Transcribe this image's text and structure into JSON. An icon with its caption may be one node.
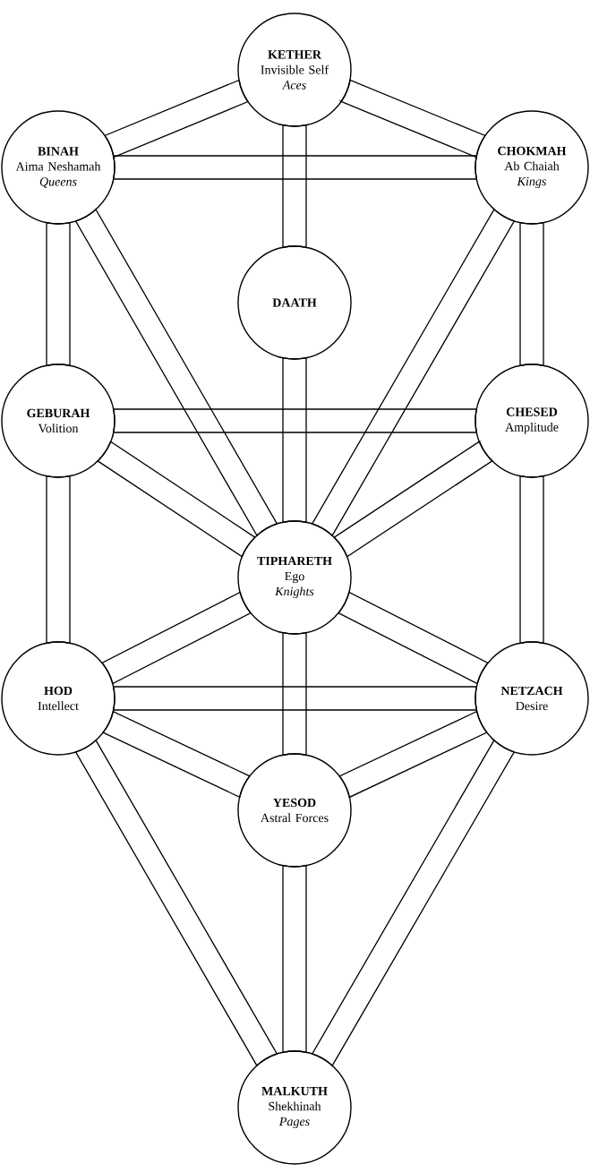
{
  "diagram": {
    "nodes": [
      {
        "text": [
          "KETHER",
          "Invisible Self",
          "Aces"
        ]
      },
      {
        "text": [
          "BINAH",
          "Aima Neshamah",
          "Queens"
        ]
      },
      {
        "text": [
          "CHOKMAH",
          "Ab Chaiah",
          "Kings"
        ]
      },
      {
        "text": [
          "DAATH"
        ]
      },
      {
        "text": [
          "GEBURAH",
          "Volition"
        ]
      },
      {
        "text": [
          "CHESED",
          "Amplitude"
        ]
      },
      {
        "text": [
          "TIPHARETH",
          "Ego",
          "Knights"
        ]
      },
      {
        "text": [
          "HOD",
          "Intellect"
        ]
      },
      {
        "text": [
          "NETZACH",
          "Desire"
        ]
      },
      {
        "text": [
          "YESOD",
          "Astral Forces"
        ]
      },
      {
        "text": [
          "MALKUTH",
          "Shekhinah",
          "Pages"
        ]
      }
    ],
    "edges": [
      {
        "from": 0,
        "to": 1,
        "arrow": "none"
      },
      {
        "from": 0,
        "to": 2,
        "arrow": "none"
      },
      {
        "from": 0,
        "to": 3,
        "arrow": "none"
      },
      {
        "from": 1,
        "to": 2,
        "arrow": "none"
      },
      {
        "from": 1,
        "to": 4,
        "arrow": "none"
      },
      {
        "from": 1,
        "to": 6,
        "arrow": "none"
      },
      {
        "from": 2,
        "to": 5,
        "arrow": "none"
      },
      {
        "from": 2,
        "to": 6,
        "arrow": "none"
      },
      {
        "from": 3,
        "to": 6,
        "arrow": "none"
      },
      {
        "from": 4,
        "to": 5,
        "arrow": "none"
      },
      {
        "from": 4,
        "to": 6,
        "arrow": "none"
      },
      {
        "from": 5,
        "to": 6,
        "arrow": "none"
      },
      {
        "from": 4,
        "to": 7,
        "arrow": "none"
      },
      {
        "from": 5,
        "to": 8,
        "arrow": "none"
      },
      {
        "from": 6,
        "to": 7,
        "arrow": "none"
      },
      {
        "from": 6,
        "to": 8,
        "arrow": "none"
      },
      {
        "from": 6,
        "to": 9,
        "arrow": "none"
      },
      {
        "from": 7,
        "to": 8,
        "arrow": "none"
      },
      {
        "from": 7,
        "to": 9,
        "arrow": "none"
      },
      {
        "from": 8,
        "to": 9,
        "arrow": "none"
      },
      {
        "from": 7,
        "to": 10,
        "arrow": "none"
      },
      {
        "from": 8,
        "to": 10,
        "arrow": "none"
      },
      {
        "from": 9,
        "to": 10,
        "arrow": "none"
      }
    ]
  }
}
